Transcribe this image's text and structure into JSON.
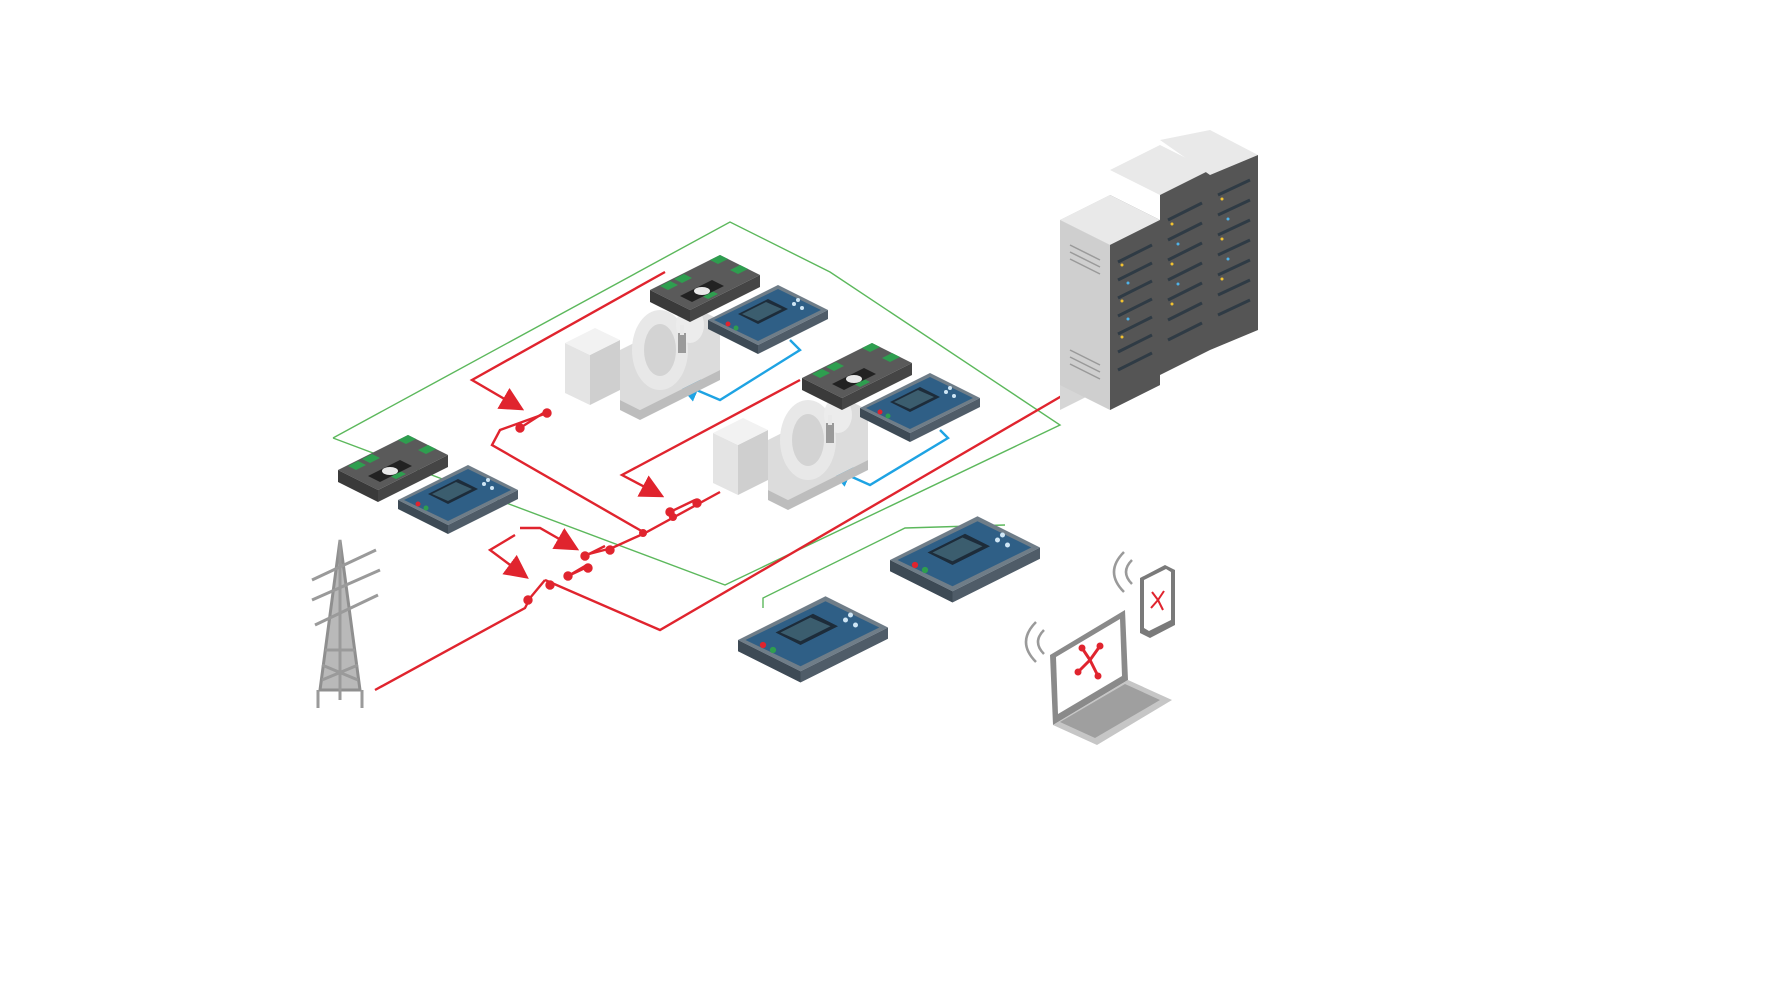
{
  "diagram": {
    "colors": {
      "power": "#e0242e",
      "communication": "#5cb85c",
      "control": "#1ea3e3",
      "device_body": "#4a4a4a",
      "device_panel": "#2f5f86",
      "terminal": "#2e9e4f",
      "server": "#c9c9c9",
      "pylon": "#a9a9a9",
      "accent": "#e0242e"
    },
    "components": [
      {
        "name": "utility-grid-pylon",
        "icon": "transmission-tower-icon"
      },
      {
        "name": "server-racks",
        "icon": "server-rack-icon",
        "count": 3
      },
      {
        "name": "genset",
        "icon": "generator-icon",
        "count": 2
      },
      {
        "name": "controller-module",
        "icon": "controller-module-icon",
        "count": 3
      },
      {
        "name": "control-panel",
        "icon": "control-panel-icon",
        "count": 5
      },
      {
        "name": "breaker-switch",
        "icon": "switch-icon",
        "count": 5
      },
      {
        "name": "laptop",
        "icon": "laptop-icon"
      },
      {
        "name": "smartphone",
        "icon": "smartphone-icon"
      },
      {
        "name": "wireless-signal",
        "icon": "wifi-signal-icon",
        "count": 2
      }
    ],
    "connections": [
      {
        "type": "power",
        "color": "#e0242e"
      },
      {
        "type": "communication",
        "color": "#5cb85c"
      },
      {
        "type": "control",
        "color": "#1ea3e3"
      }
    ]
  }
}
